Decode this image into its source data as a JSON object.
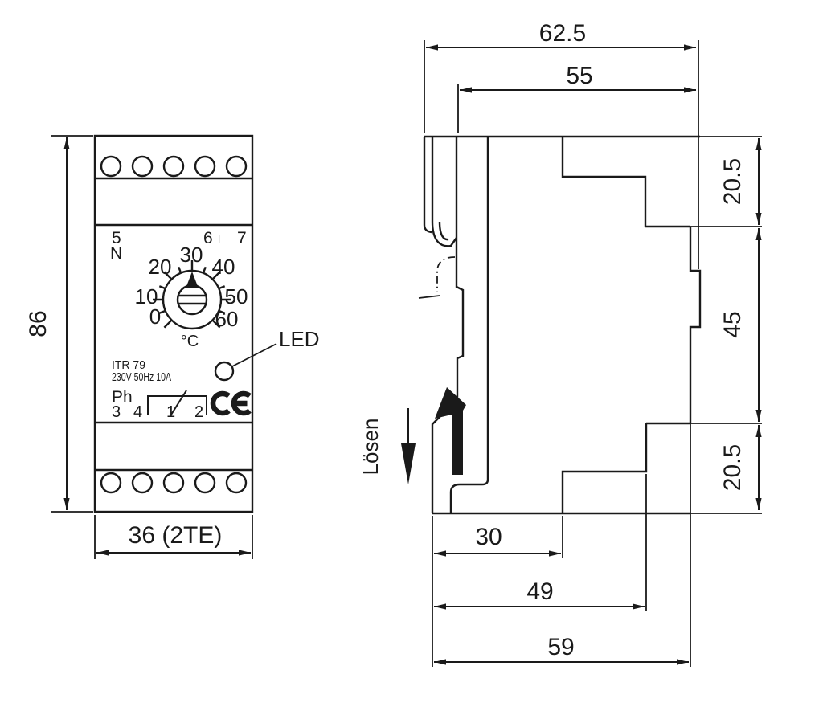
{
  "front_view": {
    "height_dim": "86",
    "width_dim": "36 (2TE)",
    "terminals_top": {
      "left_num": "5",
      "left_sub": "N",
      "mid_num": "6",
      "mid_sub": "⊥",
      "right_num": "7"
    },
    "dial": {
      "labels": [
        "0",
        "10",
        "20",
        "30",
        "40",
        "50",
        "60"
      ],
      "unit": "°C",
      "pointer_at_label": "30"
    },
    "label_model": "ITR 79",
    "label_rating": "230V 50Hz 10A",
    "label_ph": "Ph",
    "contacts": {
      "c3": "3",
      "c4": "4",
      "c1": "1",
      "c2": "2"
    },
    "ce_mark": "CE",
    "led_label": "LED"
  },
  "side_view": {
    "release_label": "Lösen",
    "depth_total": "62.5",
    "depth_rail": "55",
    "section_top": "20.5",
    "section_front": "45",
    "section_bottom": "20.5",
    "d30": "30",
    "d49": "49",
    "d59": "59"
  },
  "colors": {
    "line": "#1a1a1a",
    "background": "#ffffff"
  }
}
